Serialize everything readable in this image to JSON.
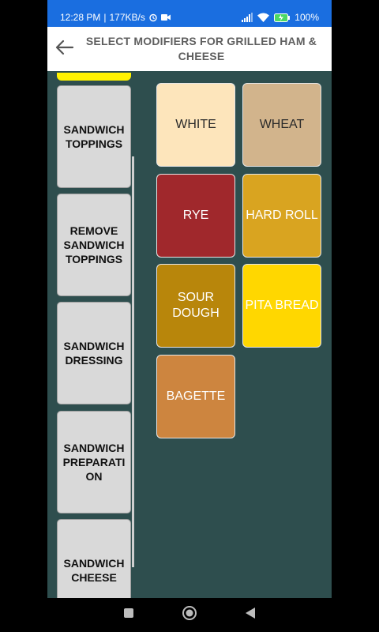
{
  "status": {
    "time": "12:28 PM",
    "network": "177KB/s",
    "battery": "100"
  },
  "header": {
    "title": "SELECT MODIFIERS FOR GRILLED HAM & CHEESE"
  },
  "categories": [
    {
      "label": "SANDWICH TOPPINGS"
    },
    {
      "label": "REMOVE SANDWICH TOPPINGS"
    },
    {
      "label": "SANDWICH DRESSING"
    },
    {
      "label": "SANDWICH PREPARATI ON"
    },
    {
      "label": "SANDWICH CHEESE"
    }
  ],
  "options": [
    {
      "label": "WHITE",
      "bg": "#fde5bb",
      "fg": "#2a2a2a"
    },
    {
      "label": "WHEAT",
      "bg": "#d2b48c",
      "fg": "#2a2a2a"
    },
    {
      "label": "RYE",
      "bg": "#a0282c",
      "fg": "#ffffff"
    },
    {
      "label": "HARD ROLL",
      "bg": "#d9a420",
      "fg": "#ffffff"
    },
    {
      "label": "SOUR DOUGH",
      "bg": "#b8860b",
      "fg": "#ffffff"
    },
    {
      "label": "PITA BREAD",
      "bg": "#ffd700",
      "fg": "#ffffff"
    },
    {
      "label": "BAGETTE",
      "bg": "#cd853f",
      "fg": "#ffffff"
    }
  ]
}
